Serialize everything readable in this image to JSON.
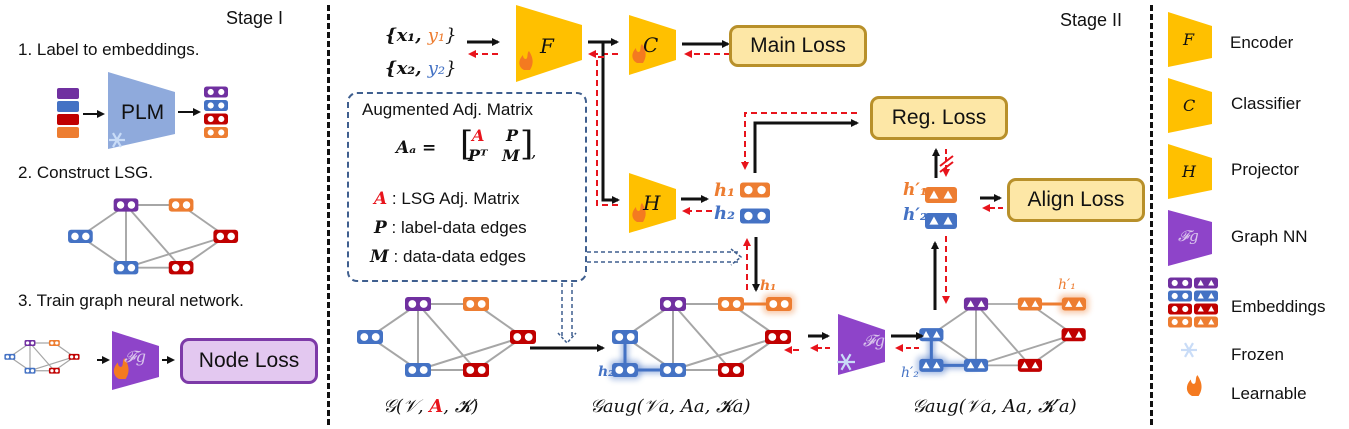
{
  "colors": {
    "encoder_gold": "#ffc000",
    "gnn_purple": "#8e44c9",
    "plm_blue": "#8faadc",
    "loss_fill": "#fde7a6",
    "loss_border": "#b8902a",
    "node_loss_fill": "#e3c8f0",
    "node_loss_border": "#7d3aa8",
    "emb_purple": "#7030a0",
    "emb_blue": "#4472c4",
    "emb_red": "#c00000",
    "emb_orange": "#ed7d31",
    "gradient_red": "#e8141c",
    "adj_box_blue": "#3f5f8f",
    "edge_gray": "#a6a6a6"
  },
  "stage1": {
    "title": "Stage I",
    "step1": "1. Label to embeddings.",
    "plm_label": "PLM",
    "step2": "2. Construct LSG.",
    "step3": "3. Train graph neural network.",
    "gnn_label": "𝓕g",
    "node_loss": "Node Loss"
  },
  "stage2": {
    "title": "Stage II",
    "input1": "{x₁, y₁}",
    "input1_x": "{x₁, ",
    "input1_y": "y₁",
    "input2_x": "{x₂, ",
    "input2_y": "y₂",
    "brace_close": "}",
    "encoder_label": "F",
    "classifier_label": "C",
    "projector_label": "H",
    "gnn_label": "𝓕g",
    "main_loss": "Main Loss",
    "reg_loss": "Reg. Loss",
    "align_loss": "Align Loss",
    "h1": "h₁",
    "h2": "h₂",
    "h1_prime": "h′₁",
    "h2_prime": "h′₂",
    "adj_box": {
      "title": "Augmented Adj. Matrix",
      "formula_lhs": "Aₐ =",
      "m11": "A",
      "m12": "P",
      "m21": "Pᵀ",
      "m22": "M",
      "comma": ",",
      "legend": [
        {
          "symbol": "A",
          "text": " : LSG Adj. Matrix",
          "color": "#e8141c"
        },
        {
          "symbol": "P",
          "text": " : label-data edges",
          "color": "#111111"
        },
        {
          "symbol": "M",
          "text": " : data-data edges",
          "color": "#111111"
        }
      ]
    },
    "graph_captions": {
      "g": "𝒢(𝒱, ",
      "g_A": "A",
      "g_rest": ", 𝓚)",
      "gaug": "𝒢aug(𝒱a, Aa, 𝓚a)",
      "gaug_prime": "𝒢aug(𝒱a, Aa, 𝓚′a)"
    }
  },
  "legend": {
    "items": [
      {
        "icon": "encoder-icon",
        "symbol": "F",
        "label": "Encoder"
      },
      {
        "icon": "classifier-icon",
        "symbol": "C",
        "label": "Classifier"
      },
      {
        "icon": "projector-icon",
        "symbol": "H",
        "label": "Projector"
      },
      {
        "icon": "gnn-icon",
        "symbol": "𝓕g",
        "label": "Graph NN"
      },
      {
        "icon": "embeddings-icon",
        "symbol": "",
        "label": "Embeddings"
      },
      {
        "icon": "snowflake-icon",
        "symbol": "❄",
        "label": "Frozen"
      },
      {
        "icon": "flame-icon",
        "symbol": "",
        "label": "Learnable"
      }
    ]
  }
}
